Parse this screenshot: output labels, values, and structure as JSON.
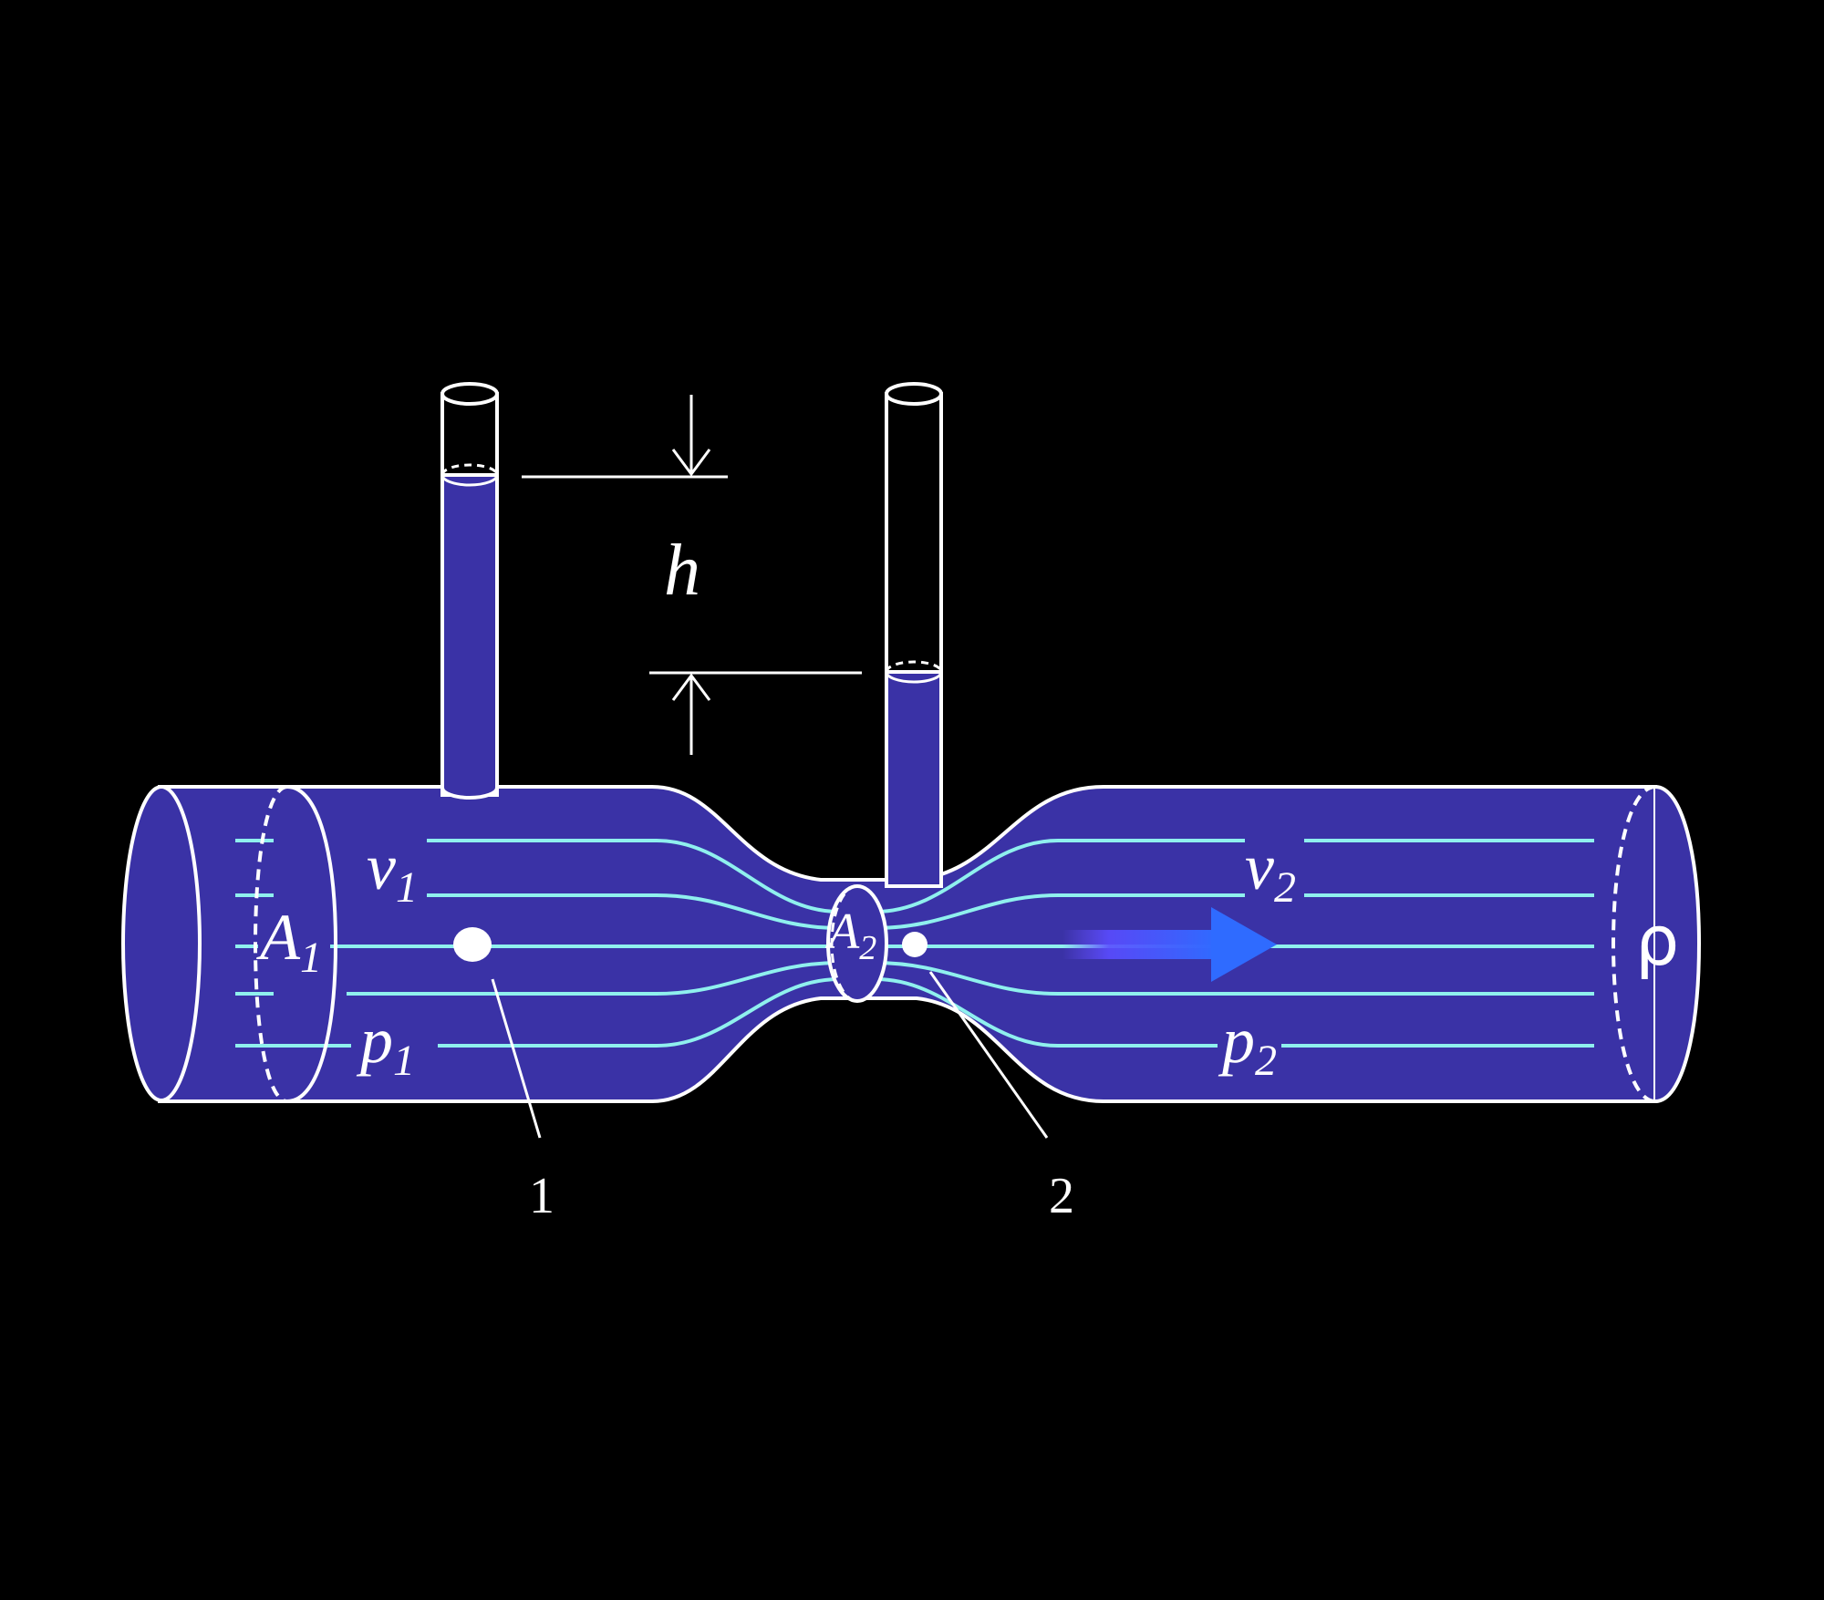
{
  "colors": {
    "background": "#000000",
    "fluid": "#3a32a6",
    "outline": "#ffffff",
    "streamline": "#8ff0ee",
    "arrow": "#2f5cff"
  },
  "labels": {
    "h": "h",
    "v1_base": "v",
    "v1_sub": "1",
    "v2_base": "v",
    "v2_sub": "2",
    "a1_base": "A",
    "a1_sub": "1",
    "a2_base": "A",
    "a2_sub": "2",
    "p1_base": "p",
    "p1_sub": "1",
    "p2_base": "p",
    "p2_sub": "2",
    "rho": "ρ",
    "point1": "1",
    "point2": "2"
  }
}
